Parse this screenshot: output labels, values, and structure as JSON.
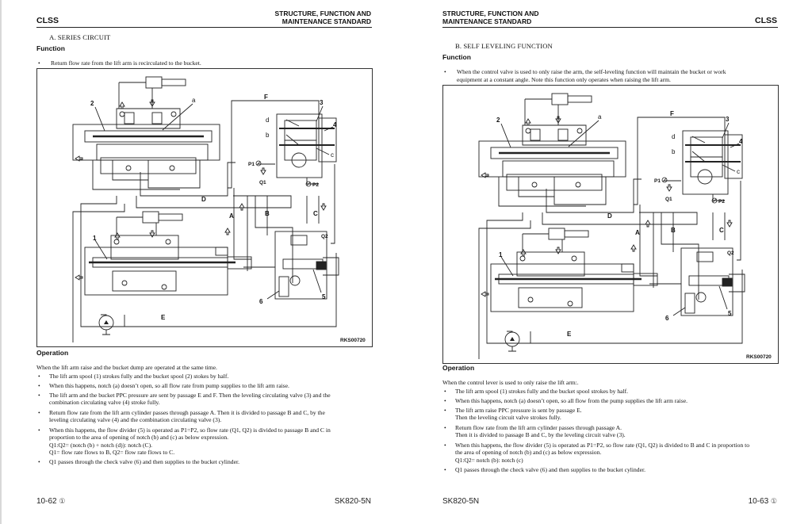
{
  "left_page": {
    "header": {
      "chapter": "CLSS",
      "section_line1": "STRUCTURE, FUNCTION AND",
      "section_line2": "MAINTENANCE STANDARD"
    },
    "subsection": "A.   SERIES CIRCUIT",
    "function_heading": "Function",
    "function_bullets": [
      "Return flow rate from the lift arm is recirculated to the bucket."
    ],
    "figure": {
      "code": "RKS00720",
      "labels": {
        "n1": "1",
        "n2": "2",
        "n3": "3",
        "n4": "4",
        "n5": "5",
        "n6": "6",
        "a": "a",
        "b": "b",
        "c": "c",
        "d": "d",
        "A": "A",
        "B": "B",
        "C": "C",
        "D": "D",
        "E": "E",
        "F": "F",
        "P1": "P1",
        "P2": "P2",
        "Q1": "Q1",
        "Q2": "Q2"
      }
    },
    "operation_heading": "Operation",
    "operation_intro": "When the lift arm raise and the bucket dump are operated at the same time.",
    "operation_bullets": [
      [
        "The lift arm spool (1) strokes fully and the bucket spool (2) stokes by half."
      ],
      [
        "When this happens, notch (a) doesn’t open, so all flow rate from pump supplies to the lift arm raise."
      ],
      [
        "The lift arm and the bucket PPC pressure are sent by passage E and F. Then the leveling circulating valve (3) and the",
        "combination circulating valve (4) stroke fully."
      ],
      [
        "Return flow rate from the lift arm cylinder passes through passage A. Then it is divided to passage B and C, by the",
        "leveling circulating valve (4) and the combination circulating valve (3)."
      ],
      [
        "When this happens, the flow divider (5) is operated as P1=P2, so flow rate (Q1, Q2) is divided to passage B and C in",
        "proportion to the area of opening of notch (b) and (c) as below expression.",
        "Q1:Q2= (notch (b) + notch (d)): notch (C).",
        "Q1= flow rate flows to B, Q2= flow rate flows to C."
      ],
      [
        "Q1 passes through the check valve (6) and then supplies to the bucket cylinder."
      ]
    ],
    "footer": {
      "page_number": "10-62",
      "revision_mark": "①",
      "model": "SK820-5N"
    }
  },
  "right_page": {
    "header": {
      "chapter": "CLSS",
      "section_line1": "STRUCTURE, FUNCTION AND",
      "section_line2": "MAINTENANCE STANDARD"
    },
    "subsection": "B.   SELF LEVELING FUNCTION",
    "function_heading": "Function",
    "function_bullets": [
      [
        "When the control valve is used to only raise the arm, the self-leveling function will maintain the bucket or work",
        "equipment at a constant angle. Note this function only operates when raising the lift arm."
      ]
    ],
    "figure": {
      "code": "RKS00720",
      "labels": {
        "n1": "1",
        "n2": "2",
        "n3": "3",
        "n4": "4",
        "n5": "5",
        "n6": "6",
        "a": "a",
        "b": "b",
        "c": "c",
        "d": "d",
        "A": "A",
        "B": "B",
        "C": "C",
        "D": "D",
        "E": "E",
        "F": "F",
        "P1": "P1",
        "P2": "P2",
        "Q1": "Q1",
        "Q2": "Q2"
      }
    },
    "operation_heading": "Operation",
    "operation_intro": "When the control lever is used to only raise the lift arm:.",
    "operation_bullets": [
      [
        "The lift arm spool (1) strokes fully and the bucket spool strokes by half."
      ],
      [
        "When this happens, notch (a) doesn’t open, so all flow from the pump supplies the lift arm raise."
      ],
      [
        "The lift arm raise PPC pressure is sent by passage E.",
        "Then the leveling circuit valve strokes fully."
      ],
      [
        "Return flow rate from the lift arm cylinder passes through passage A.",
        "Then it is divided to passage B and C, by the leveling circuit valve (3)."
      ],
      [
        "When this happens, the flow divider (5) is operated as P1=P2, so flow rate (Q1, Q2) is divided to B and C in proportion to",
        "the area of opening of notch (b) and (c) as below expression.",
        "Q1:Q2= notch (b): notch (c)"
      ],
      [
        "Q1 passes through the check valve (6) and then supplies to the bucket cylinder."
      ]
    ],
    "footer": {
      "model": "SK820-5N",
      "page_number": "10-63",
      "revision_mark": "①"
    }
  }
}
